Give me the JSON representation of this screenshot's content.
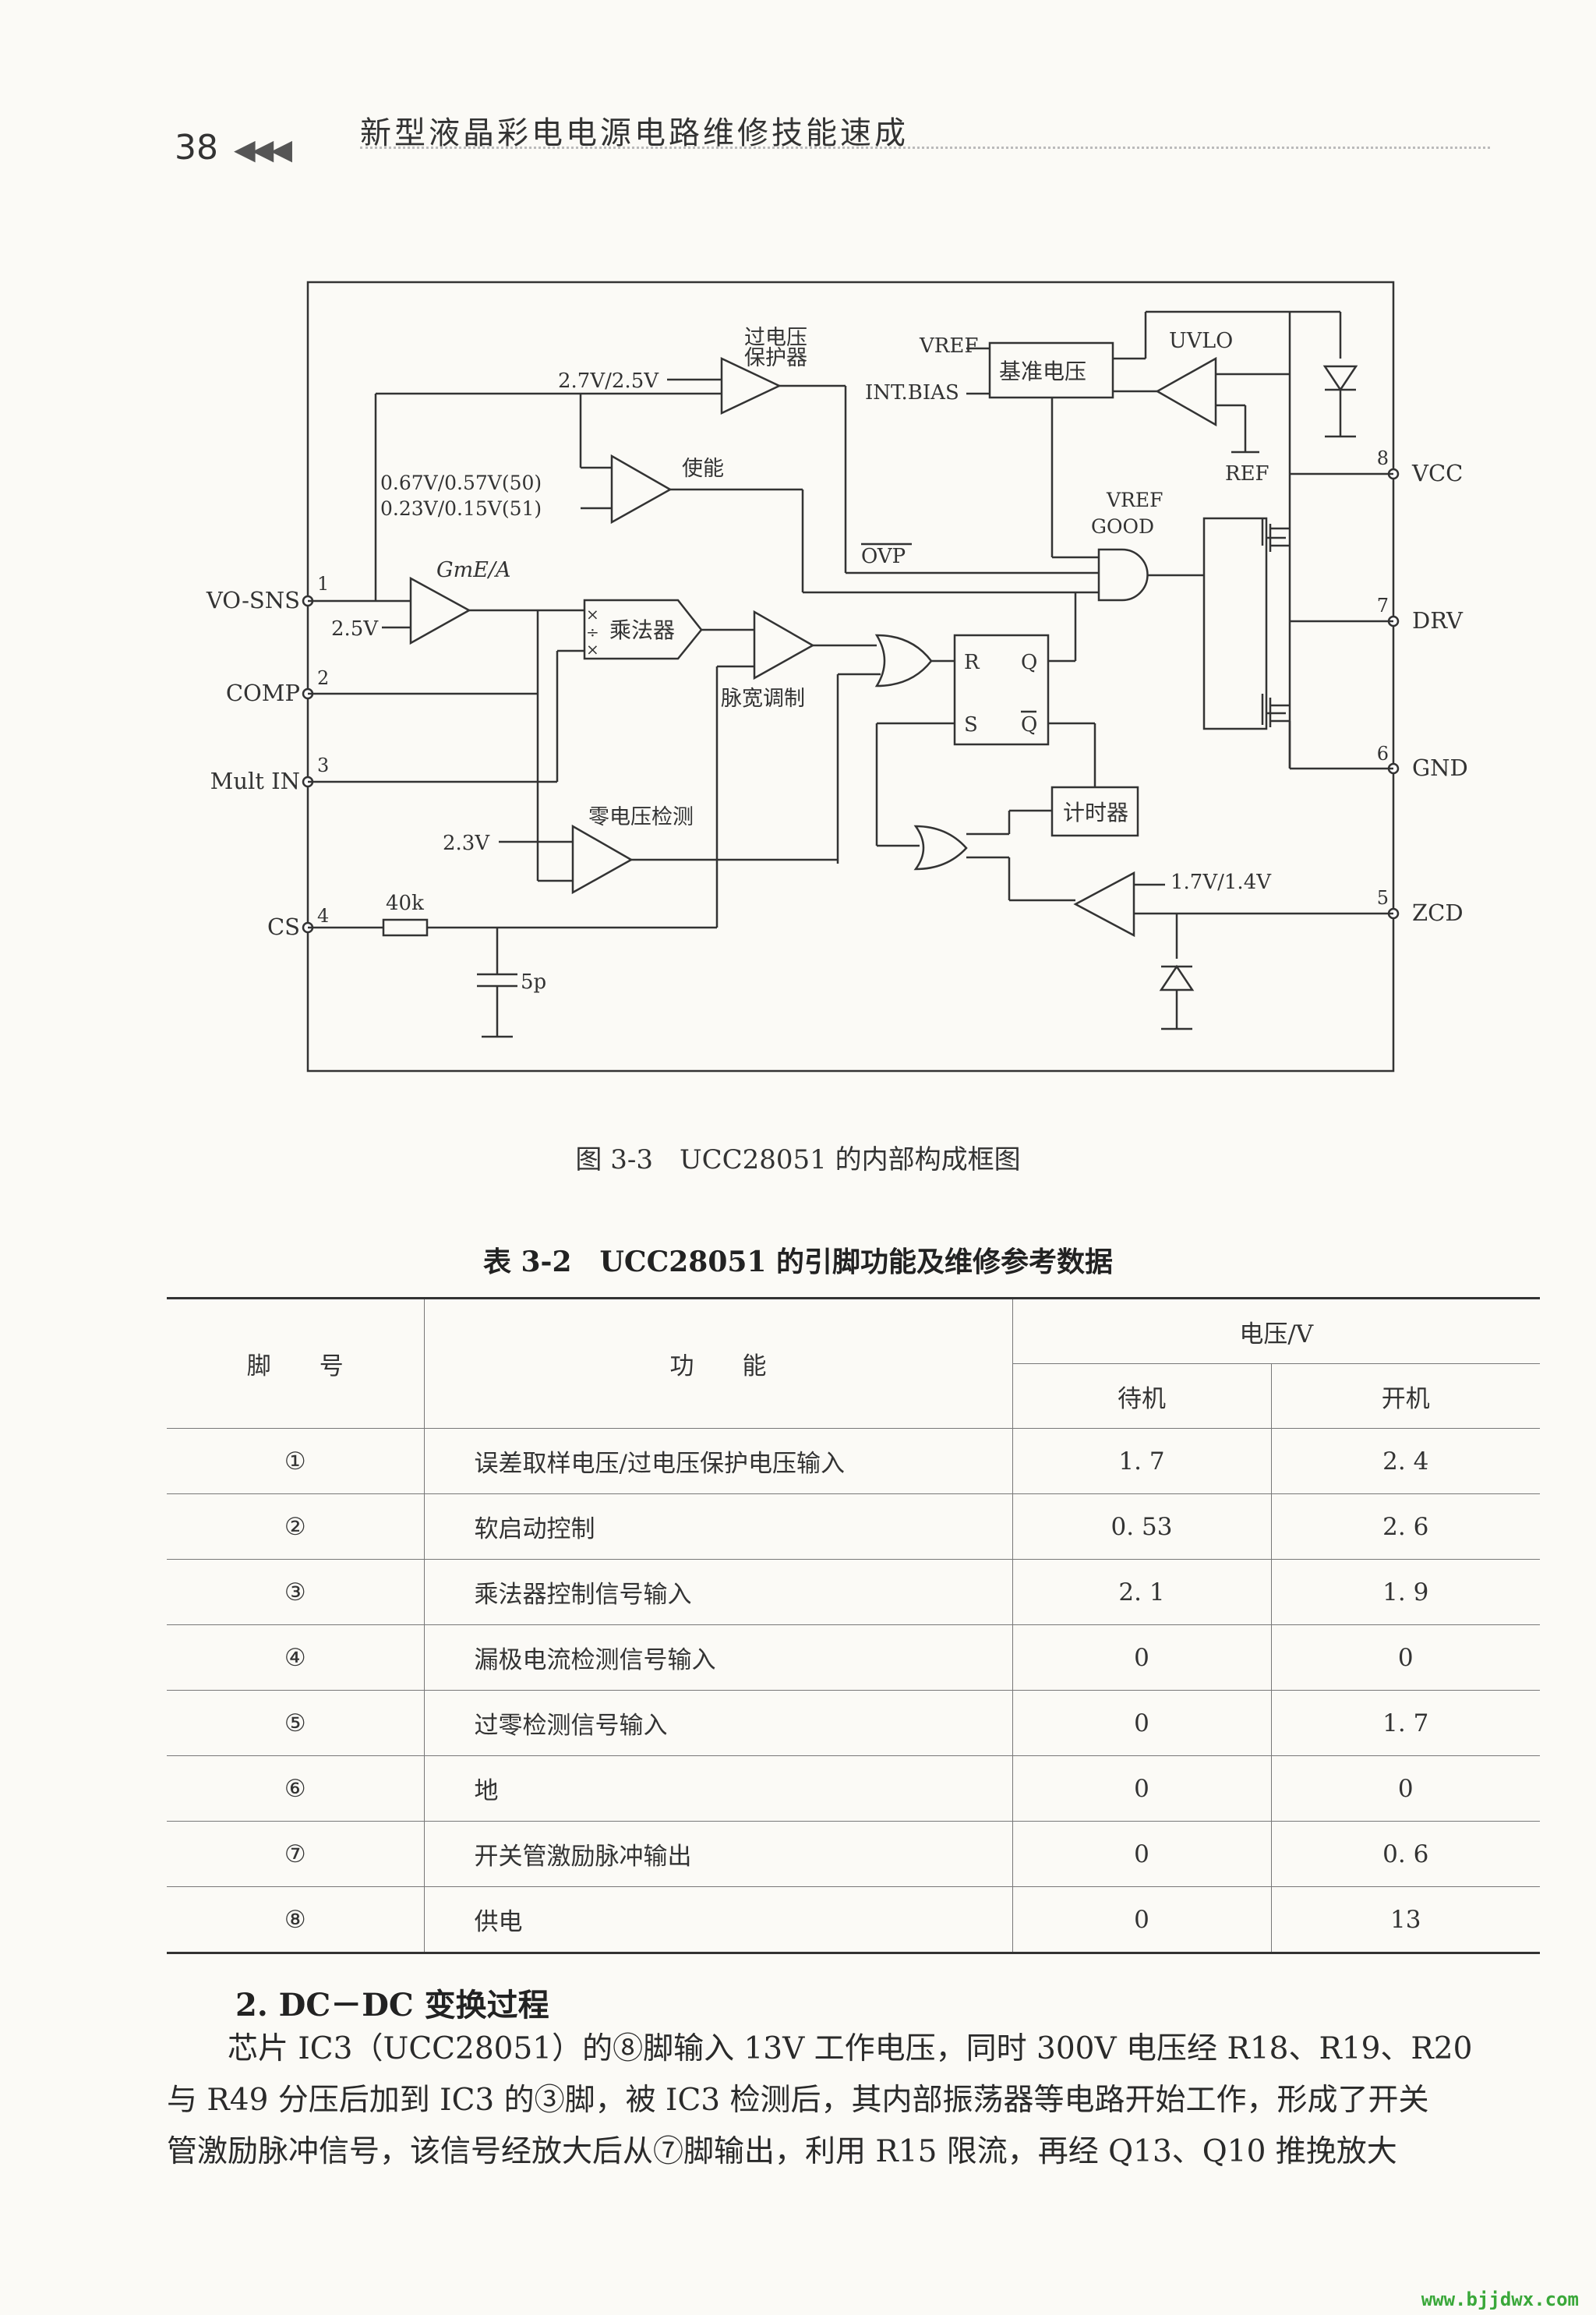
{
  "header": {
    "page_number": "38",
    "arrows": "◀◀◀",
    "title": "新型液晶彩电电源电路维修技能速成"
  },
  "diagram": {
    "labels": {
      "ovp_comp": "过电压\n保护器",
      "v27": "2.7V/2.5V",
      "vref": "VREF",
      "int_bias": "INT.BIAS",
      "ref_block": "基准电压",
      "uvlo": "UVLO",
      "ref_gnd": "REF",
      "enable": "使能",
      "en_thr1": "0.67V/0.57V(50)",
      "en_thr2": "0.23V/0.15V(51)",
      "ovp_bar": "OVP",
      "vref_good_1": "VREF",
      "vref_good_2": "GOOD",
      "gm_ea": "GmE/A",
      "v25": "2.5V",
      "multiplier": "乘法器",
      "pwm": "脉宽调制",
      "zero_detect": "零电压检测",
      "v23": "2.3V",
      "timer": "计时器",
      "v17": "1.7V/1.4V",
      "r40k": "40k",
      "c5p": "5p",
      "ff_r": "R",
      "ff_q": "Q",
      "ff_s": "S",
      "ff_qbar": "Q"
    },
    "pins": [
      {
        "num": "1",
        "name": "VO-SNS"
      },
      {
        "num": "2",
        "name": "COMP"
      },
      {
        "num": "3",
        "name": "Mult IN"
      },
      {
        "num": "4",
        "name": "CS"
      },
      {
        "num": "5",
        "name": "ZCD"
      },
      {
        "num": "6",
        "name": "GND"
      },
      {
        "num": "7",
        "name": "DRV"
      },
      {
        "num": "8",
        "name": "VCC"
      }
    ]
  },
  "figure_caption": "图 3-3　UCC28051 的内部构成框图",
  "table": {
    "caption": "表 3-2　UCC28051 的引脚功能及维修参考数据",
    "headers": {
      "pin": "脚　　号",
      "function": "功　　能",
      "voltage": "电压/V",
      "standby": "待机",
      "on": "开机"
    },
    "rows": [
      {
        "pin": "①",
        "function": "误差取样电压/过电压保护电压输入",
        "standby": "1. 7",
        "on": "2. 4"
      },
      {
        "pin": "②",
        "function": "软启动控制",
        "standby": "0. 53",
        "on": "2. 6"
      },
      {
        "pin": "③",
        "function": "乘法器控制信号输入",
        "standby": "2. 1",
        "on": "1. 9"
      },
      {
        "pin": "④",
        "function": "漏极电流检测信号输入",
        "standby": "0",
        "on": "0"
      },
      {
        "pin": "⑤",
        "function": "过零检测信号输入",
        "standby": "0",
        "on": "1. 7"
      },
      {
        "pin": "⑥",
        "function": "地",
        "standby": "0",
        "on": "0"
      },
      {
        "pin": "⑦",
        "function": "开关管激励脉冲输出",
        "standby": "0",
        "on": "0. 6"
      },
      {
        "pin": "⑧",
        "function": "供电",
        "standby": "0",
        "on": "13"
      }
    ]
  },
  "section": {
    "heading": "2.  DC－DC 变换过程",
    "lines": [
      "　　芯片 IC3（UCC28051）的⑧脚输入 13V 工作电压，同时 300V 电压经 R18、R19、R20",
      "与 R49 分压后加到 IC3 的③脚，被 IC3 检测后，其内部振荡器等电路开始工作，形成了开关",
      "管激励脉冲信号，该信号经放大后从⑦脚输出，利用 R15 限流，再经 Q13、Q10 推挽放大"
    ]
  },
  "watermark": "www.bjjdwx.com"
}
